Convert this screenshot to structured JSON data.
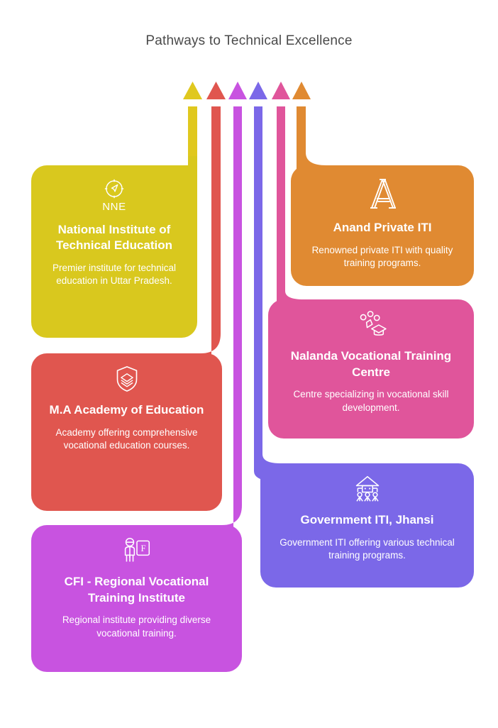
{
  "title": "Pathways to Technical Excellence",
  "theme": {
    "background": "#ffffff",
    "title_color": "#4a4a4a"
  },
  "arrows": [
    {
      "name": "arrow-yellow",
      "color": "#e0c81e"
    },
    {
      "name": "arrow-red",
      "color": "#e0564f"
    },
    {
      "name": "arrow-violet",
      "color": "#c853e0"
    },
    {
      "name": "arrow-indigo",
      "color": "#7b68e8"
    },
    {
      "name": "arrow-pink",
      "color": "#e0559b"
    },
    {
      "name": "arrow-orange",
      "color": "#e08a32"
    }
  ],
  "cards": [
    {
      "id": "card-1",
      "icon": "compass-icon",
      "icon_label": "NNE",
      "title": "National Institute of Technical Education",
      "description": "Premier institute for technical education in Uttar Pradesh.",
      "color": "#d9c81e"
    },
    {
      "id": "card-2",
      "icon": "shield-books-icon",
      "icon_label": "",
      "title": "M.A Academy of Education",
      "description": "Academy offering comprehensive vocational education courses.",
      "color": "#e0564f"
    },
    {
      "id": "card-3",
      "icon": "trainer-board-icon",
      "icon_label": "",
      "title": "CFI - Regional Vocational Training Institute",
      "description": "Regional institute providing diverse vocational training.",
      "color": "#c853e0"
    },
    {
      "id": "card-4",
      "icon": "letter-a-icon",
      "icon_label": "",
      "title": "Anand Private ITI",
      "description": "Renowned private ITI with quality training programs.",
      "color": "#e08a32"
    },
    {
      "id": "card-5",
      "icon": "graduation-cap-icon",
      "icon_label": "",
      "title": "Nalanda Vocational Training Centre",
      "description": "Centre specializing in vocational skill development.",
      "color": "#e0559b"
    },
    {
      "id": "card-6",
      "icon": "classroom-icon",
      "icon_label": "",
      "title": "Government ITI, Jhansi",
      "description": "Government ITI offering various technical training programs.",
      "color": "#7b68e8"
    }
  ]
}
